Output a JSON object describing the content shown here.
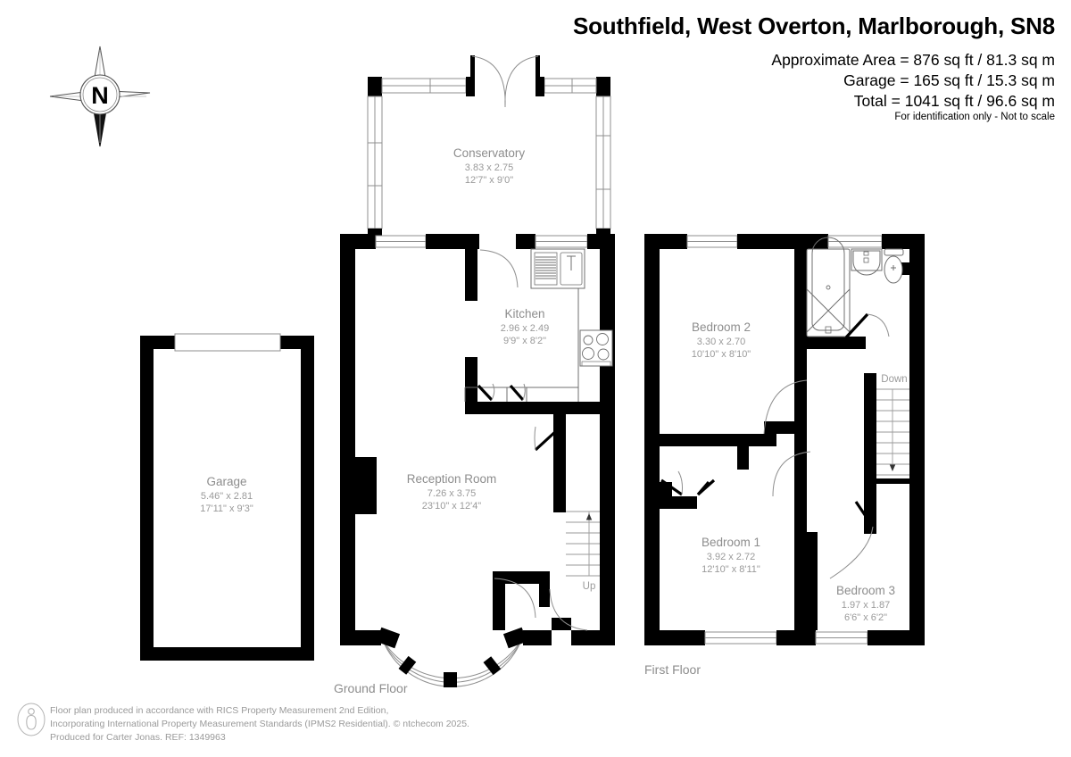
{
  "header": {
    "title": "Southfield, West Overton, Marlborough, SN8",
    "area_line": "Approximate Area = 876 sq ft / 81.3 sq m",
    "garage_line": "Garage = 165 sq ft / 15.3 sq m",
    "total_line": "Total = 1041 sq ft / 96.6 sq m",
    "disclaimer": "For identification only - Not to scale"
  },
  "compass": {
    "north_label": "N"
  },
  "floors": [
    {
      "id": "ground",
      "label": "Ground Floor"
    },
    {
      "id": "first",
      "label": "First Floor"
    }
  ],
  "rooms": [
    {
      "id": "conservatory",
      "name": "Conservatory",
      "metric": "3.83 x 2.75",
      "imperial": "12'7\" x 9'0\"",
      "floor": "ground"
    },
    {
      "id": "kitchen",
      "name": "Kitchen",
      "metric": "2.96 x 2.49",
      "imperial": "9'9\" x 8'2\"",
      "floor": "ground"
    },
    {
      "id": "reception-room",
      "name": "Reception Room",
      "metric": "7.26 x 3.75",
      "imperial": "23'10\" x 12'4\"",
      "floor": "ground"
    },
    {
      "id": "garage",
      "name": "Garage",
      "metric": "5.46\" x 2.81",
      "imperial": "17'11\" x 9'3\"",
      "floor": "ground"
    },
    {
      "id": "bedroom-2",
      "name": "Bedroom 2",
      "metric": "3.30 x 2.70",
      "imperial": "10'10\" x 8'10\"",
      "floor": "first"
    },
    {
      "id": "bedroom-1",
      "name": "Bedroom 1",
      "metric": "3.92 x 2.72",
      "imperial": "12'10\" x 8'11\"",
      "floor": "first"
    },
    {
      "id": "bedroom-3",
      "name": "Bedroom 3",
      "metric": "1.97 x 1.87",
      "imperial": "6'6\" x 6'2\"",
      "floor": "first"
    }
  ],
  "stairs": [
    {
      "id": "ground-stairs",
      "label": "Up",
      "direction": "up"
    },
    {
      "id": "first-stairs",
      "label": "Down",
      "direction": "down"
    }
  ],
  "footer": {
    "line1": "Floor plan produced in accordance with RICS Property Measurement 2nd Edition,",
    "line2": "Incorporating International Property Measurement Standards (IPMS2 Residential).   © ntchecom 2025.",
    "line3": "Produced for Carter Jonas.   REF: 1349963"
  },
  "colors": {
    "wall": "#000000",
    "text_grey": "#9a9a9a",
    "room_name": "#8d8d8d",
    "background": "#ffffff"
  }
}
